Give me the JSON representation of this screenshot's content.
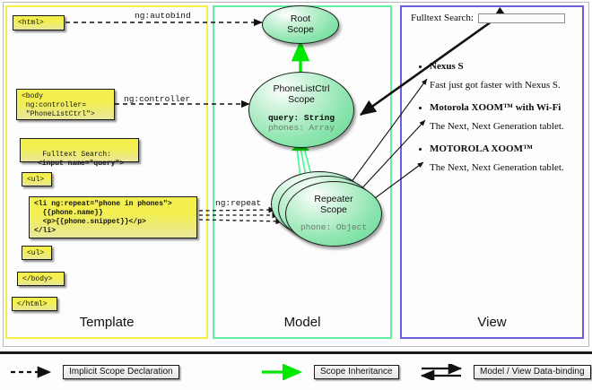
{
  "columns": [
    {
      "id": "template",
      "label": "Template",
      "border_color": "#f3f145"
    },
    {
      "id": "model",
      "label": "Model",
      "border_color": "#5ff0a8"
    },
    {
      "id": "view",
      "label": "View",
      "border_color": "#6b5fe0"
    }
  ],
  "template": {
    "boxes": [
      {
        "name": "html-open-tag",
        "text": "<html>"
      },
      {
        "name": "body-controller-tag",
        "text": "<body\n ng:controller=\n \"PhoneListCtrl\">"
      },
      {
        "name": "fulltext-search-tag",
        "line1": "Fulltext Search:",
        "line2": "<input name=\"query\">"
      },
      {
        "name": "ul-open-tag",
        "text": "<ul>"
      },
      {
        "name": "li-repeat-tag",
        "text": "<li ng:repeat=\"phone in phones\">\n  {{phone.name}}\n  <p>{{phone.snippet}}</p>\n</li>"
      },
      {
        "name": "ul-close-tag",
        "text": "<ul>"
      },
      {
        "name": "body-close-tag",
        "text": "</body>"
      },
      {
        "name": "html-close-tag",
        "text": "</html>"
      }
    ]
  },
  "edge_labels": [
    {
      "name": "ng-autobind-label",
      "text": "ng:autobind"
    },
    {
      "name": "ng-controller-label",
      "text": "ng:controller"
    },
    {
      "name": "ng-repeat-label",
      "text": "ng:repeat"
    }
  ],
  "model": {
    "scopes": [
      {
        "name": "root-scope",
        "title_line1": "Root",
        "title_line2": "Scope",
        "properties": []
      },
      {
        "name": "phonelistctrl-scope",
        "title_line1": "PhoneListCtrl",
        "title_line2": "Scope",
        "properties": [
          {
            "text": "query: String",
            "style": "strong"
          },
          {
            "text": "phones: Array",
            "style": "dim"
          }
        ]
      },
      {
        "name": "repeater-scope",
        "title_line1": "Repeater",
        "title_line2": "Scope",
        "properties": [
          {
            "text": "phone: Object",
            "style": "dim"
          }
        ]
      }
    ]
  },
  "view": {
    "search": {
      "label": "Fulltext Search:",
      "value": "",
      "placeholder": ""
    },
    "phones": [
      {
        "name": "Nexus S",
        "snippet": "Fast just got faster with Nexus S."
      },
      {
        "name": "Motorola XOOM™  with Wi-Fi",
        "snippet": "The Next, Next Generation tablet."
      },
      {
        "name": "MOTOROLA XOOM™",
        "snippet": "The Next, Next Generation tablet."
      }
    ]
  },
  "legend": [
    {
      "name": "legend-implicit-scope-declaration",
      "label": "Implicit Scope Declaration",
      "glyph": "dashed-arrow",
      "color": "#111111"
    },
    {
      "name": "legend-scope-inheritance",
      "label": "Scope Inheritance",
      "glyph": "solid-arrow",
      "color": "#00e800"
    },
    {
      "name": "legend-model-view-databinding",
      "label": "Model / View Data-binding",
      "glyph": "double-arrow",
      "color": "#111111"
    }
  ],
  "colors": {
    "code_box_fill": "#f2ef4e",
    "scope_fill": "#8fe6b0",
    "inheritance_arrow": "#00e800",
    "template_border": "#f3f145",
    "model_border": "#5ff0a8",
    "view_border": "#6b5fe0"
  }
}
